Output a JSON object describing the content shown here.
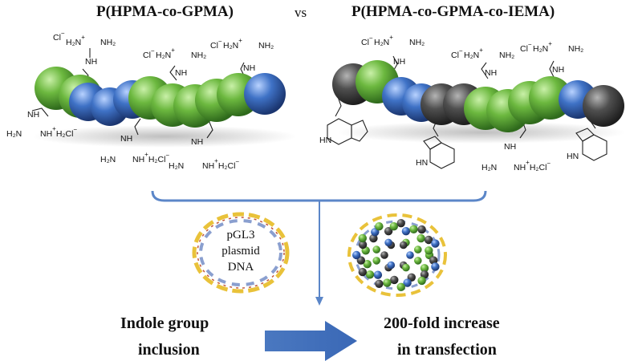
{
  "titles": {
    "left": "P(HPMA-co-GPMA)",
    "vs": "vs",
    "right": "P(HPMA-co-GPMA-co-IEMA)"
  },
  "chem": {
    "cl": "Cl",
    "minus": "−",
    "plus": "+",
    "nh2": "NH₂",
    "nh": "NH",
    "h2n": "H₂N",
    "h2n_cl": "H₂Cl",
    "hn": "HN"
  },
  "dna": {
    "line1": "pGL3",
    "line2": "plasmid",
    "line3": "DNA"
  },
  "captions": {
    "left_line1": "Indole group",
    "left_line2": "inclusion",
    "right_line1": "200-fold increase",
    "right_line2": "in transfection"
  },
  "colors": {
    "green": "#5fa83a",
    "blue": "#3d6fc0",
    "gray": "#4a4a4a",
    "arrow": "#4a78c0"
  }
}
